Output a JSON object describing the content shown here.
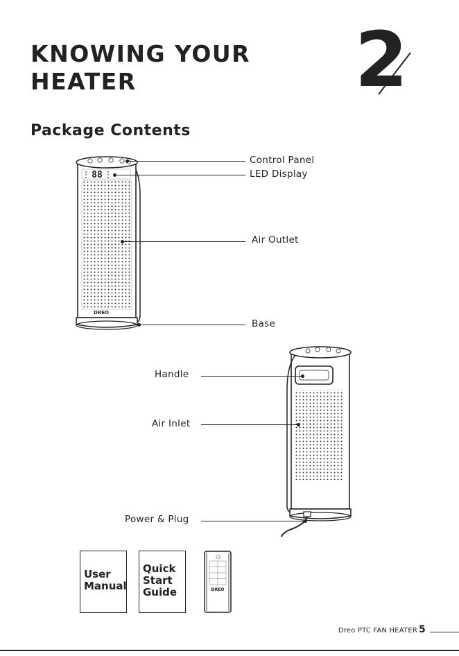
{
  "header": {
    "title_line1": "KNOWING YOUR",
    "title_line2": "HEATER",
    "chapter_number": "2"
  },
  "section": {
    "title": "Package Contents"
  },
  "front_view": {
    "brand": "DREO",
    "display_digits": "88",
    "labels": {
      "control_panel": "Control Panel",
      "led_display": "LED Display",
      "air_outlet": "Air Outlet",
      "base": "Base"
    }
  },
  "back_view": {
    "labels": {
      "handle": "Handle",
      "air_inlet": "Air Inlet",
      "power_plug": "Power & Plug"
    }
  },
  "accessories": {
    "user_manual": [
      "User",
      "Manual"
    ],
    "quick_start": [
      "Quick",
      "Start",
      "Guide"
    ],
    "remote_brand": "DREO"
  },
  "footer": {
    "product": "Dreo PTC FAN HEATER",
    "page_number": "5"
  }
}
